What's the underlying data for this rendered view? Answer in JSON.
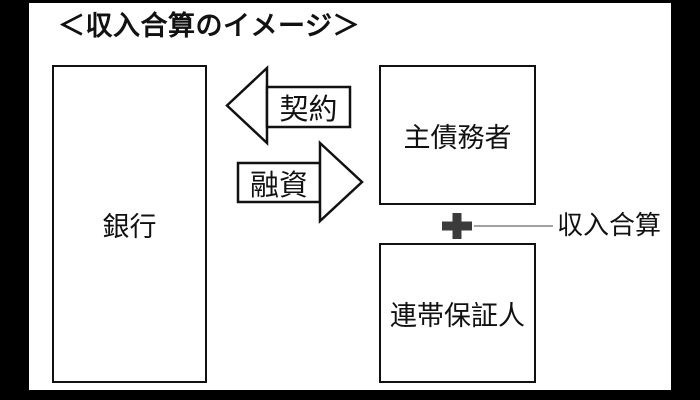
{
  "title": "＜収入合算のイメージ＞",
  "diagram": {
    "nodes": {
      "bank": {
        "label": "銀行"
      },
      "main_debtor": {
        "label": "主債務者"
      },
      "joint_guarantor": {
        "label": "連帯保証人"
      }
    },
    "arrows": {
      "contract": {
        "label": "契約",
        "direction": "left"
      },
      "loan": {
        "label": "融資",
        "direction": "right"
      }
    },
    "annotation": {
      "icon": "plus-icon",
      "label": "収入合算"
    }
  },
  "colors": {
    "background": "#000000",
    "panel": "#ffffff",
    "ink": "#111111",
    "plus": "#3b3b3b",
    "connector": "#848484"
  }
}
